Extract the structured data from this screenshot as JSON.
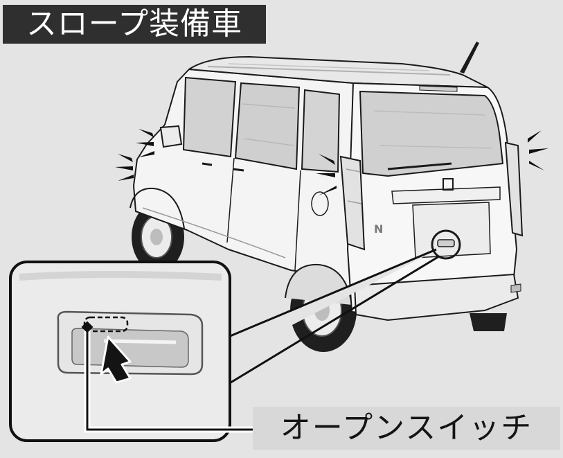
{
  "diagram": {
    "title": "スロープ装備車",
    "callout_label": "オープンスイッチ",
    "emblem": "N",
    "colors": {
      "background": "#e4e4e4",
      "title_fill": "#2f2f2f",
      "title_text": "#ffffff",
      "label_fill": "#d8d8d8",
      "vehicle_body": "#f5f5f5",
      "glass": "#d2d2d2",
      "outline": "#1a1a1a"
    },
    "icons": [
      "flash-rays-icon",
      "push-arrow-icon"
    ]
  }
}
